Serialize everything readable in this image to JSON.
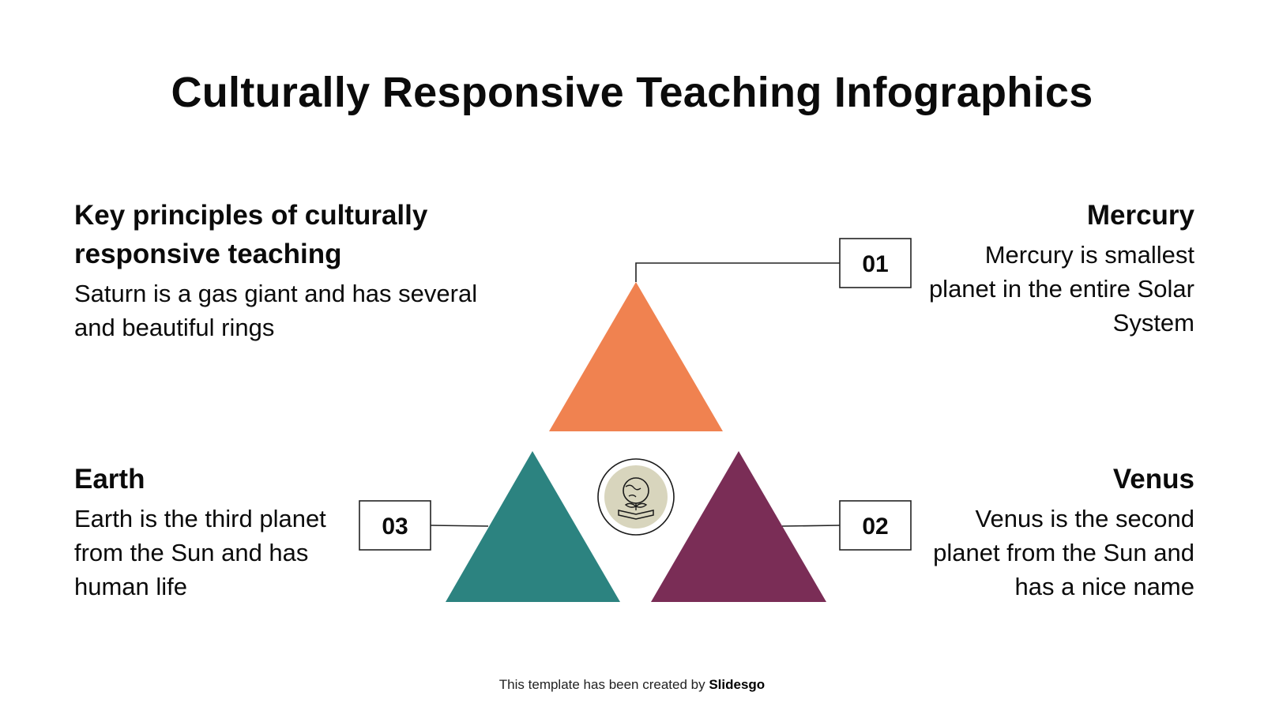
{
  "title": "Culturally Responsive Teaching Infographics",
  "intro": {
    "heading": "Key principles of culturally responsive teaching",
    "text": "Saturn is a gas giant and has several and beautiful rings"
  },
  "items": [
    {
      "number": "01",
      "heading": "Mercury",
      "text": "Mercury is smallest planet in the entire Solar System",
      "color": "#f08250"
    },
    {
      "number": "02",
      "heading": "Venus",
      "text": "Venus is the second planet from the Sun and has a nice name",
      "color": "#7a2d56"
    },
    {
      "number": "03",
      "heading": "Earth",
      "text": "Earth is the third planet from the Sun and has human life",
      "color": "#2c8380"
    }
  ],
  "center_icon": "globe-plant-book-icon",
  "footer": {
    "prefix": "This template has been created by ",
    "brand": "Slidesgo"
  }
}
